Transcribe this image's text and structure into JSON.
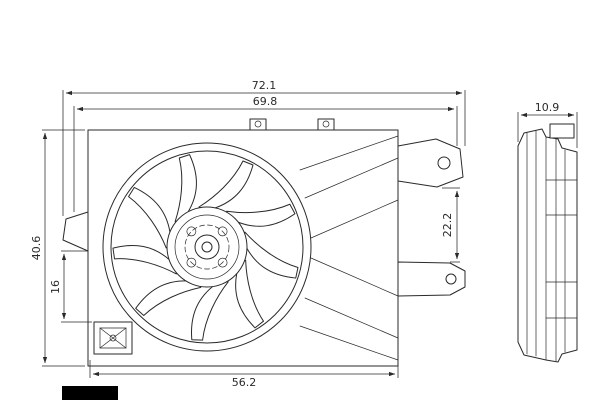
{
  "drawing": {
    "dimensions": {
      "overall_width": "72.1",
      "shroud_width": "69.8",
      "side_depth": "10.9",
      "overall_height": "40.6",
      "lower_offset": "16",
      "bracket_spacing": "22.2",
      "mounting_width": "56.2"
    },
    "colors": {
      "line": "#2a2a2a",
      "background": "#ffffff",
      "watermark": "#000000"
    }
  }
}
